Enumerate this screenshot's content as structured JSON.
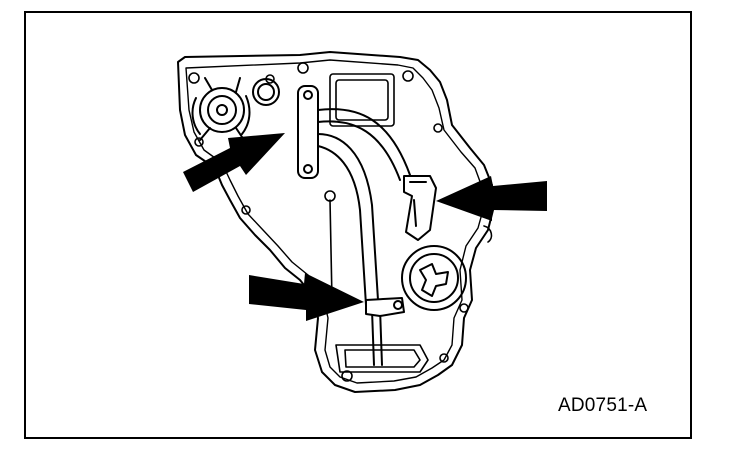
{
  "figure": {
    "id_label": "AD0751-A",
    "line_color": "#000000",
    "background_color": "#ffffff",
    "callout_arrows": [
      {
        "points_to": "pipe-bracket-upper-left"
      },
      {
        "points_to": "pipe-bracket-right"
      },
      {
        "points_to": "pipe-bracket-lower"
      }
    ]
  }
}
